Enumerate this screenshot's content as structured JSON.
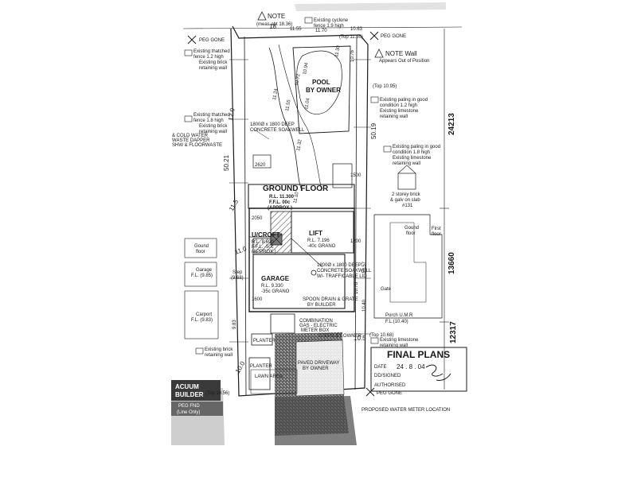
{
  "notes": {
    "note_top": "NOTE",
    "note_top_sub": "(meas abt 18.36)",
    "note_right": "NOTE Wall",
    "note_right_sub": "Appears Out of Position"
  },
  "pegs": {
    "peg_gone_tl": "PEG GONE",
    "peg_gone_tr": "PEG GONE",
    "peg_gone_br": "PEG GONE",
    "peg_fnd": "PEG FND",
    "peg_fnd_sub": "(Line Only)"
  },
  "labels": {
    "pool": "POOL",
    "pool_sub": "BY OWNER",
    "ground_floor": "GROUND FLOOR",
    "gf_rl": "R.L. 11.300",
    "gf_ffl": "F.F.L.  00c",
    "gf_approx": "(APPROX.)",
    "u_croft": "U/CROFT",
    "u_croft_rl": "R.L.   8.690",
    "u_croft_ffl": "F.F.L.   -50c",
    "u_croft_approx": "(APPROX.)",
    "lift": "LIFT",
    "lift_rl": "R.L. 7.196",
    "lift_grano": "-40c GRANO",
    "garage": "GARAGE",
    "garage_rl": "R.L.  9.330",
    "garage_grano": "-35c GRANO",
    "soakwell_1": "1800Ø x 1800 DEEP",
    "soakwell_1b": "CONCRETE SOAKWELL",
    "soakwell_2": "1800Ø x 1800 DEEP",
    "soakwell_2b": "CONCRETE SOAKWELL",
    "soakwell_2c": "W/- TRAFFICABLE LID",
    "spoon_drain": "SPOON DRAIN & GRATE",
    "spoon_drain_b": "BY BUILDER",
    "planter_1": "PLANTER",
    "planter_2": "PLANTER",
    "lawn_area": "LAWN AREA",
    "paved": "PAVED DRIVEWAY",
    "paved_b": "BY OWNER",
    "steps": "STEPS BY OWNER",
    "meter_box": "COMBINATION",
    "meter_box_b": "GAS - ELECTRIC",
    "meter_box_c": "METER BOX",
    "water_meter": "PROPOSED WATER METER LOCATION",
    "cold_water": "& COLD WATER",
    "cold_water_b": "WASTE DAPPER",
    "cold_water_c": "SHW & FLOORWASTE"
  },
  "neighbours": {
    "left_ground": "Gound",
    "left_ground_b": "floor",
    "left_garage": "Garage",
    "left_garage_fl": "F.L. (9.85)",
    "left_carport": "Carport",
    "left_carport_fl": "F.L. (9.83)",
    "left_step": "Step",
    "left_step_b": "(9.68)",
    "right_2storey": "2 storey brick",
    "right_2storey_b": "& galv on slab",
    "right_2storey_c": "#131",
    "right_ground": "Gound",
    "right_ground_b": "floor",
    "right_first": "First",
    "right_first_b": "floor",
    "right_gate": "Gate",
    "right_porch": "Porch U.M.R",
    "right_porch_fl": "F.L.(10.40)"
  },
  "walls": {
    "w1": "Existing thatched",
    "w1b": "fence 1.2 high",
    "w1c": "Existing brick",
    "w1d": "retaining wall",
    "w2": "Existing thatched",
    "w2b": "fence 1.8 high",
    "w2c": "Existing brick",
    "w2d": "retaining wall",
    "w3": "Existing cyclone",
    "w3b": "fence 1.9 high",
    "w4": "Existing paling in good",
    "w4b": "condition 1.2 high",
    "w4c": "Existing limestone",
    "w4d": "retaining wall",
    "w5": "Existing paling in good",
    "w5b": "condition 1.8 high",
    "w5c": "Existing limestone",
    "w5d": "retaining wall",
    "w6": "Existing limestone",
    "w6b": "retaining wall",
    "w7": "Existing brick",
    "w7b": "retaining wall"
  },
  "dims": {
    "d_top": "18",
    "d_top_b": "11.55",
    "d_top_c": "11.70",
    "d_top_r": "10.63",
    "d_left_side": "50.21",
    "d_right_side": "50.19",
    "d_24213": "24213",
    "d_13660": "13660",
    "d_12317": "12317",
    "d_2620": "2620",
    "d_1500": "1500",
    "d_2050": "2050",
    "d_1200": "1200",
    "d_1600": "1600",
    "top_1095": "(Top 10.95)",
    "top_1068": "(Top 10.68)",
    "top_1056": "(Top 10.56)",
    "top_1150": "(Top 11.50)",
    "rl_1120": "12.0",
    "rl_1150": "11.5",
    "rl_1100": "11.0",
    "rl_1050": "10.5",
    "rl_1000": "10.0",
    "rl_1130": "11.30",
    "rl_1076": "10.76",
    "rl_1094": "10.94",
    "rl_1072": "10.72",
    "rl_1124": "11.24",
    "rl_1155": "11.55",
    "rl_1104": "11.04",
    "rl_1132": "11.32",
    "rl_1110": "11.10",
    "rl_983": "9.83",
    "rl_1057": "10.57",
    "rl_1040": "10.40",
    "rl_1078": "10.78"
  },
  "stamp": {
    "title": "FINAL PLANS",
    "date_label": "DATE",
    "date_value": "24 . 8 . 04",
    "signed_label": "DD/SIGNED",
    "authorised_label": "AUTHORISED"
  },
  "company": {
    "line1": "ACUUM",
    "line2": "BUILDER"
  },
  "colors": {
    "ink": "#1a1a1a",
    "paper": "#ffffff",
    "scan_dark": "#2b2b2b",
    "scan_mid": "#7a7a7a",
    "hatch": "#555555"
  }
}
